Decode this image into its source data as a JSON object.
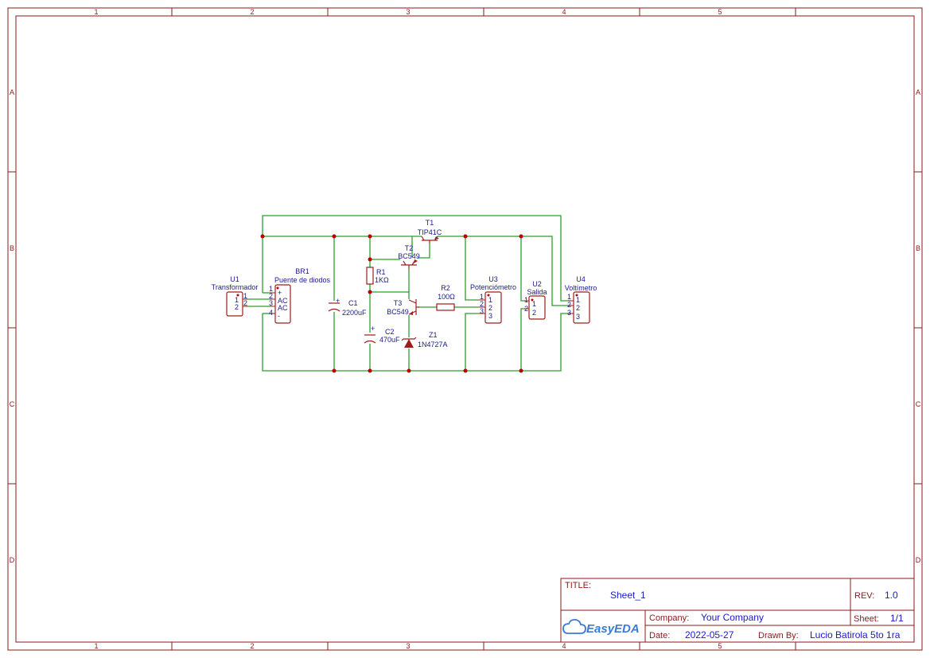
{
  "border": {
    "columns": [
      "1",
      "2",
      "3",
      "4",
      "5"
    ],
    "rows": [
      "A",
      "B",
      "C",
      "D"
    ]
  },
  "components": {
    "U1": {
      "ref": "U1",
      "value": "Transformador",
      "pins": [
        "1",
        "2"
      ],
      "pin_names": [
        "1",
        "2"
      ]
    },
    "BR1": {
      "ref": "BR1",
      "value": "Puente de diodos",
      "pins": [
        "1",
        "2",
        "3",
        "4"
      ],
      "pin_names": [
        "+",
        "AC",
        "AC",
        "-"
      ]
    },
    "C1": {
      "ref": "C1",
      "value": "2200uF"
    },
    "C2": {
      "ref": "C2",
      "value": "470uF"
    },
    "R1": {
      "ref": "R1",
      "value": "1KΩ"
    },
    "T1": {
      "ref": "T1",
      "value": "TIP41C"
    },
    "T2": {
      "ref": "T2",
      "value": "BC549"
    },
    "T3": {
      "ref": "T3",
      "value": "BC549"
    },
    "Z1": {
      "ref": "Z1",
      "value": "1N4727A"
    },
    "R2": {
      "ref": "R2",
      "value": "100Ω"
    },
    "U3": {
      "ref": "U3",
      "value": "Potenciómetro",
      "pins": [
        "1",
        "2",
        "3"
      ],
      "pin_names": [
        "1",
        "2",
        "3"
      ]
    },
    "U2": {
      "ref": "U2",
      "value": "Salida",
      "pins": [
        "1",
        "2"
      ],
      "pin_names": [
        "1",
        "2"
      ]
    },
    "U4": {
      "ref": "U4",
      "value": "Voltímetro",
      "pins": [
        "1",
        "2",
        "3"
      ],
      "pin_names": [
        "1",
        "2",
        "3"
      ]
    }
  },
  "title_block": {
    "title_label": "TITLE:",
    "title": "Sheet_1",
    "rev_label": "REV:",
    "rev": "1.0",
    "logo_text": "EasyEDA",
    "company_label": "Company:",
    "company": "Your Company",
    "sheet_label": "Sheet:",
    "sheet": "1/1",
    "date_label": "Date:",
    "date": "2022-05-27",
    "drawn_label": "Drawn By:",
    "drawn_by": "Lucio Batirola 5to 1ra"
  },
  "colors": {
    "frame": "#8b1a1a",
    "wire": "#2aa02a",
    "symbol": "#a01c1c",
    "text": "#1a1a8c",
    "junction": "#c00000"
  }
}
